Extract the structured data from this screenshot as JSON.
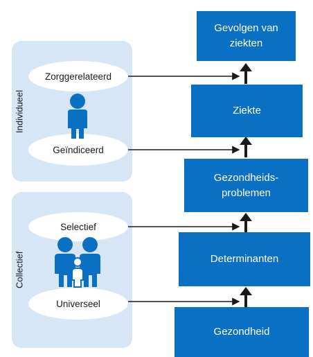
{
  "panels": {
    "individual": {
      "label": "Individueel",
      "top_item": "Zorggerelateerd",
      "bottom_item": "Geïndiceerd",
      "icon": "person-icon"
    },
    "collective": {
      "label": "Collectief",
      "top_item": "Selectief",
      "bottom_item": "Universeel",
      "icon": "group-icon"
    }
  },
  "stages": {
    "consequences": "Gevolgen van\nziekten",
    "disease": "Ziekte",
    "health_problems": "Gezondheids-\nproblemen",
    "determinants": "Determinanten",
    "health": "Gezondheid"
  },
  "colors": {
    "box_blue": "#0a70c4",
    "panel_light_blue": "#d6e6f6",
    "figure_blue": "#0a70c4",
    "arrow": "#1a1a1a"
  }
}
